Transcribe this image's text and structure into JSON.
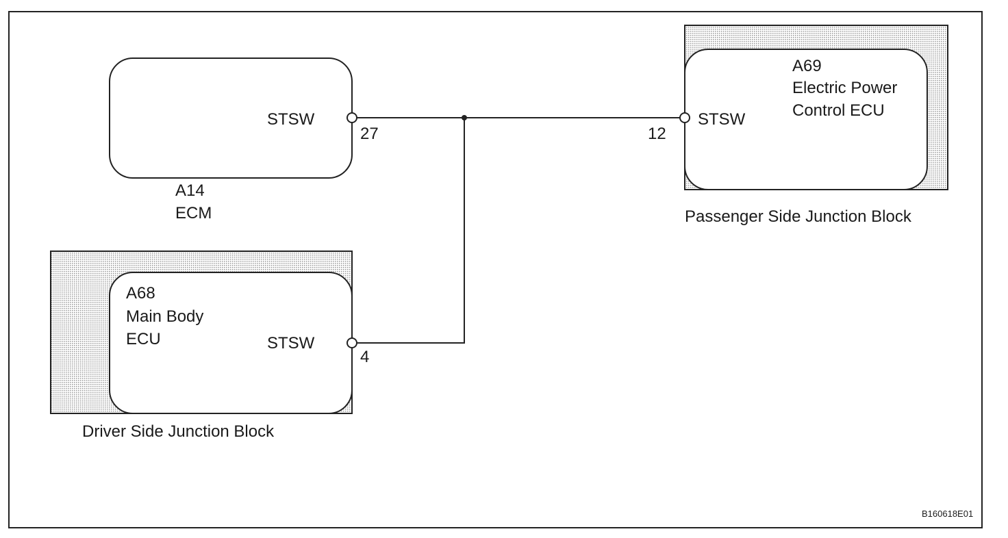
{
  "components": {
    "ecm": {
      "ref": "A14",
      "name": "ECM",
      "terminal": "STSW",
      "pin": "27"
    },
    "main_body_ecu": {
      "ref": "A68",
      "name_line1": "Main Body",
      "name_line2": "ECU",
      "terminal": "STSW",
      "pin": "4"
    },
    "power_control_ecu": {
      "ref": "A69",
      "name_line1": "Electric Power",
      "name_line2": "Control ECU",
      "terminal": "STSW",
      "pin": "12"
    }
  },
  "junction_blocks": {
    "driver": "Driver Side Junction Block",
    "passenger": "Passenger Side Junction Block"
  },
  "diagram_id": "B160618E01",
  "colors": {
    "line": "#222222",
    "hatch": "#9a9a9a"
  }
}
